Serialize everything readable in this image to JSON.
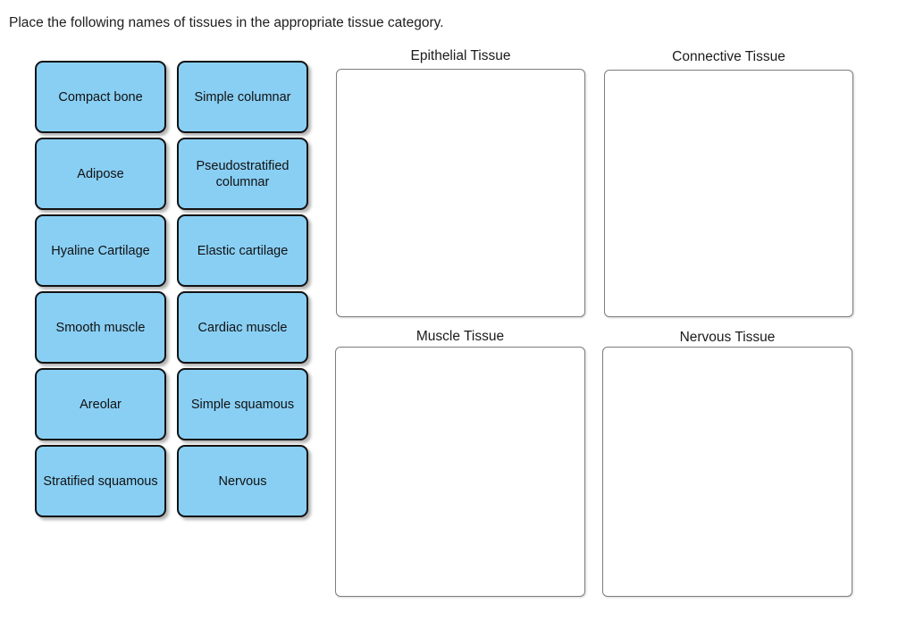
{
  "prompt": "Place the following names of tissues in the appropriate tissue category.",
  "colors": {
    "tile_fill": "#89CFF4",
    "tile_border": "#121212",
    "dropzone_border": "#7E7E7E",
    "page_background": "#FFFFFF",
    "text": "#111111"
  },
  "tile_bank": {
    "tiles": [
      {
        "id": "compact-bone",
        "label": "Compact bone",
        "column": 1,
        "row": 1
      },
      {
        "id": "adipose",
        "label": "Adipose",
        "column": 1,
        "row": 2
      },
      {
        "id": "hyaline-cartilage",
        "label": "Hyaline Cartilage",
        "column": 1,
        "row": 3
      },
      {
        "id": "smooth-muscle",
        "label": "Smooth muscle",
        "column": 1,
        "row": 4
      },
      {
        "id": "areolar",
        "label": "Areolar",
        "column": 1,
        "row": 5
      },
      {
        "id": "stratified-squamous",
        "label": "Stratified squamous",
        "column": 1,
        "row": 6
      },
      {
        "id": "simple-columnar",
        "label": "Simple columnar",
        "column": 2,
        "row": 1
      },
      {
        "id": "pseudostratified-columnar",
        "label": "Pseudostratified columnar",
        "column": 2,
        "row": 2
      },
      {
        "id": "elastic-cartilage",
        "label": "Elastic cartilage",
        "column": 2,
        "row": 3
      },
      {
        "id": "cardiac-muscle",
        "label": "Cardiac muscle",
        "column": 2,
        "row": 4
      },
      {
        "id": "simple-squamous",
        "label": "Simple squamous",
        "column": 2,
        "row": 5
      },
      {
        "id": "nervous",
        "label": "Nervous",
        "column": 2,
        "row": 6
      }
    ]
  },
  "dropzones": [
    {
      "id": "epithelial",
      "title": "Epithelial Tissue",
      "contents": []
    },
    {
      "id": "connective",
      "title": "Connective Tissue",
      "contents": []
    },
    {
      "id": "muscle",
      "title": "Muscle Tissue",
      "contents": []
    },
    {
      "id": "nervous",
      "title": "Nervous Tissue",
      "contents": []
    }
  ]
}
